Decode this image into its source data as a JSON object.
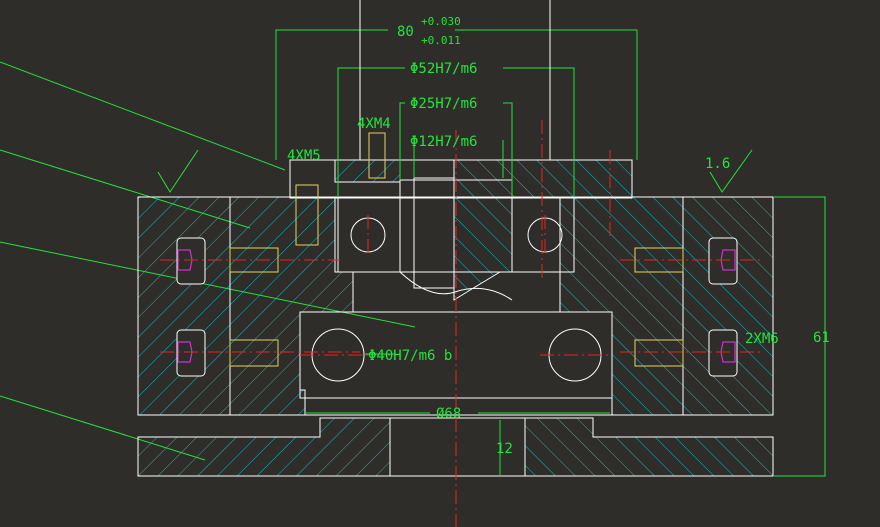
{
  "drawing": {
    "background_color": "#2e2d29",
    "outline_color": "#ffffff",
    "dimension_color": "#22e43a",
    "hatch_color": "#19b6c2",
    "centerline_color": "#e62222",
    "bolt_color": "#e6d35a",
    "bolt_head_color": "#cc33cc"
  },
  "dimensions": {
    "d80_main": "80",
    "d80_tol_upper": "+0.030",
    "d80_tol_lower": "+0.011",
    "phi52": "Φ52H7/m6",
    "phi25": "Φ25H7/m6",
    "phi12": "Φ12H7/m6",
    "phi40": "Φ40H7/m6  b",
    "phi68": "Ø68",
    "dim12": "12",
    "dim61": "61"
  },
  "callouts": {
    "m4_bolts": "4XM4",
    "m5_bolts": "4XM5",
    "m6_bolts": "2XM6",
    "roughness": "1.6"
  }
}
